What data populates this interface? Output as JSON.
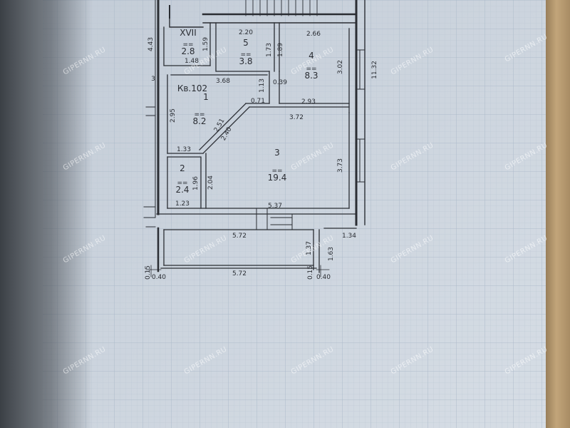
{
  "apartment_label": "Кв.102",
  "rooms": [
    {
      "id": "XVII",
      "number": "XVII",
      "area": "2.8"
    },
    {
      "id": "5",
      "number": "5",
      "area": "3.8"
    },
    {
      "id": "4",
      "number": "4",
      "area": "8.3"
    },
    {
      "id": "1",
      "number": "1",
      "area": "8.2"
    },
    {
      "id": "3",
      "number": "3",
      "area": "19.4"
    },
    {
      "id": "2",
      "number": "2",
      "area": "2.4"
    }
  ],
  "area_mark": "==",
  "dimensions": {
    "d_443": "4.43",
    "d_3": "3",
    "d_159": "1.59",
    "d_148": "1.48",
    "d_220": "2.20",
    "d_266": "2.66",
    "d_173": "1.73",
    "d_189": "1.89",
    "d_302": "3.02",
    "d_1132": "11.32",
    "d_368": "3.68",
    "d_113": "1.13",
    "d_039": "0.39",
    "d_071": "0.71",
    "d_293": "2.93",
    "d_295": "2.95",
    "d_251": "2.51",
    "d_240": "2.40",
    "d_372": "3.72",
    "d_133": "1.33",
    "d_373": "3.73",
    "d_196": "1.96",
    "d_204": "2.04",
    "d_123": "1.23",
    "d_537": "5.37",
    "d_572_top": "5.72",
    "d_134": "1.34",
    "d_137": "1.37",
    "d_163": "1.63",
    "d_015_left": "0.15",
    "d_040_left": "0.40",
    "d_572_bottom": "5.72",
    "d_015_right": "0.15",
    "d_040_right": "0.40"
  },
  "watermark": "GIPERNN.RU",
  "colors": {
    "paper": "#c9d3de",
    "paper_light": "#d5dde6",
    "ink": "#2a2d33",
    "grid": "#aebcca",
    "shadow": "#3f4348",
    "wood": "#b59a72"
  }
}
